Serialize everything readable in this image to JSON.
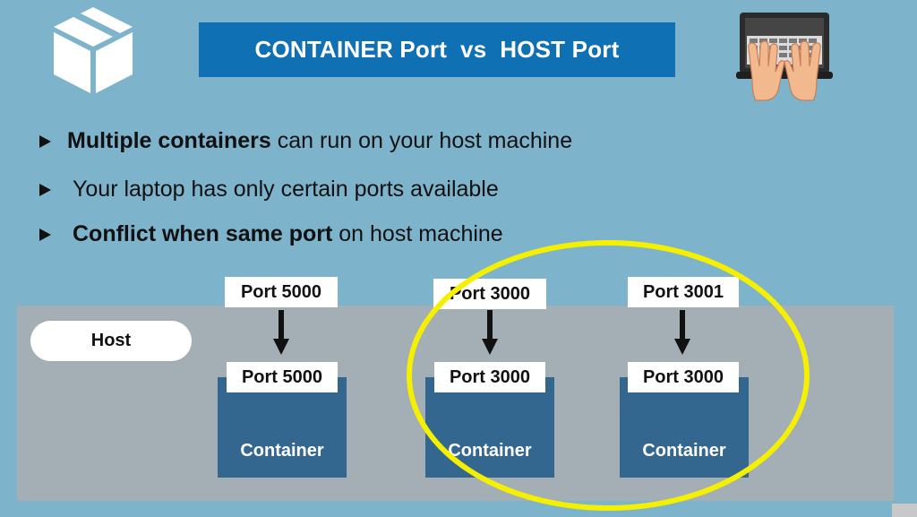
{
  "title": {
    "part1": "CONTAINER Port",
    "part2": "vs",
    "part3": "HOST Port"
  },
  "bullets": [
    {
      "bold": "Multiple containers",
      "rest": " can run on your host machine"
    },
    {
      "bold": "",
      "rest": "Your laptop has only certain ports available"
    },
    {
      "bold": "Conflict when same port",
      "rest": " on host machine"
    }
  ],
  "host_label": "Host",
  "mappings": [
    {
      "host_port": "Port 5000",
      "container_port": "Port 5000",
      "container_label": "Container"
    },
    {
      "host_port": "Port 3000",
      "container_port": "Port 3000",
      "container_label": "Container"
    },
    {
      "host_port": "Port 3001",
      "container_port": "Port 3000",
      "container_label": "Container"
    }
  ],
  "icons": {
    "box": "box-icon",
    "laptop": "laptop-typing-icon",
    "arrow": "arrow-down-icon"
  },
  "colors": {
    "background": "#7eb3cc",
    "title_bar": "#0f70b3",
    "host_panel": "#a3afb4",
    "container": "#33678f",
    "highlight": "#f5f000"
  }
}
